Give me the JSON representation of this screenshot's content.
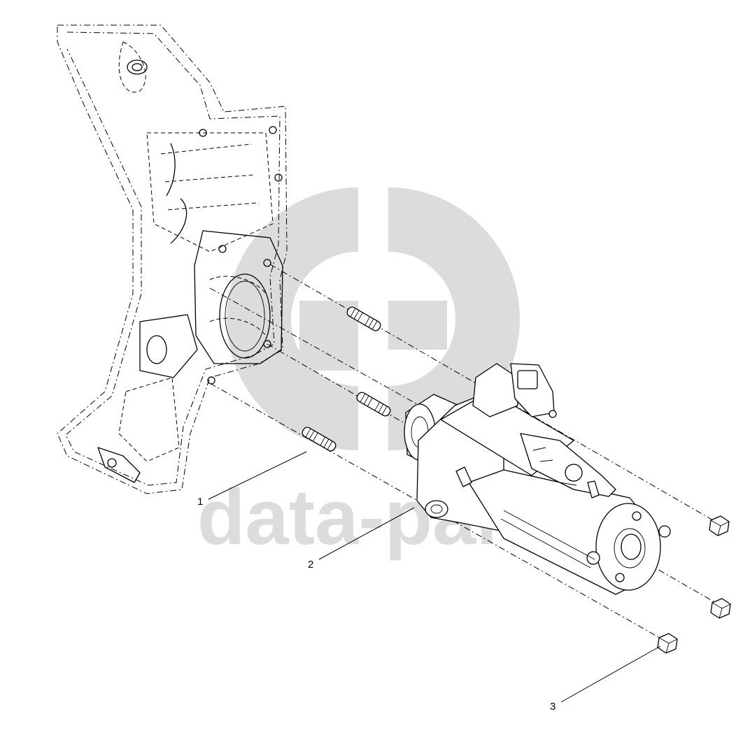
{
  "diagram": {
    "watermark": {
      "logo_icon": "gp-logo-icon",
      "text": "data-parts",
      "color": "#dcdcdc"
    },
    "callouts": [
      {
        "id": "1",
        "label": "1"
      },
      {
        "id": "2",
        "label": "2"
      },
      {
        "id": "3",
        "label": "3"
      }
    ]
  }
}
